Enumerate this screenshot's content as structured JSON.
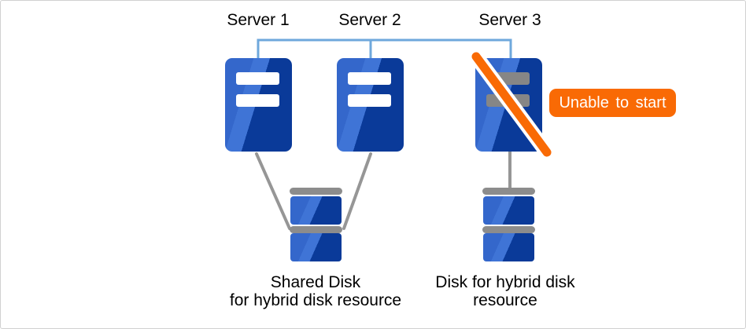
{
  "colors": {
    "accent_orange": "#f96a05",
    "server_blue": "#3467cb",
    "server_blue_light": "#3f74d6",
    "server_blue_dark": "#0a3a99",
    "interconnect_blue": "#6fa8dc",
    "connector_gray": "#969696",
    "disk_bar_gray": "#8c8c8c",
    "offline_bar_gray": "#868686"
  },
  "servers": [
    {
      "label": "Server 1",
      "status": "online"
    },
    {
      "label": "Server 2",
      "status": "online"
    },
    {
      "label": "Server 3",
      "status": "unable to start"
    }
  ],
  "badge": {
    "label": "Unable to start"
  },
  "disks": [
    {
      "label_line1": "Shared Disk",
      "label_line2": "for hybrid disk resource"
    },
    {
      "label_line1": "Disk for hybrid disk",
      "label_line2": "resource"
    }
  ]
}
